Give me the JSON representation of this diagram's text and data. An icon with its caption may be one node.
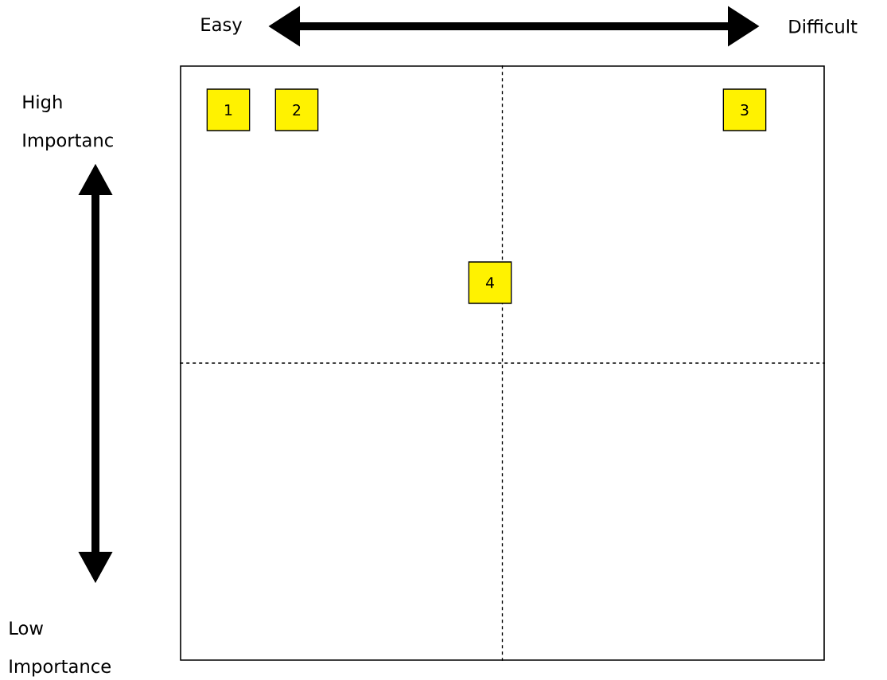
{
  "diagram": {
    "nodes": [
      {
        "text": [],
        "shape": "box"
      },
      {
        "text": [
          "1"
        ],
        "in": 0
      },
      {
        "text": [
          "2"
        ],
        "in": 0
      },
      {
        "text": [
          "3"
        ],
        "in": 0
      },
      {
        "text": [
          "4"
        ],
        "in": 0
      }
    ],
    "labels": [
      "Easy",
      "Difficult",
      "High Importanc",
      "Low Importance"
    ]
  }
}
